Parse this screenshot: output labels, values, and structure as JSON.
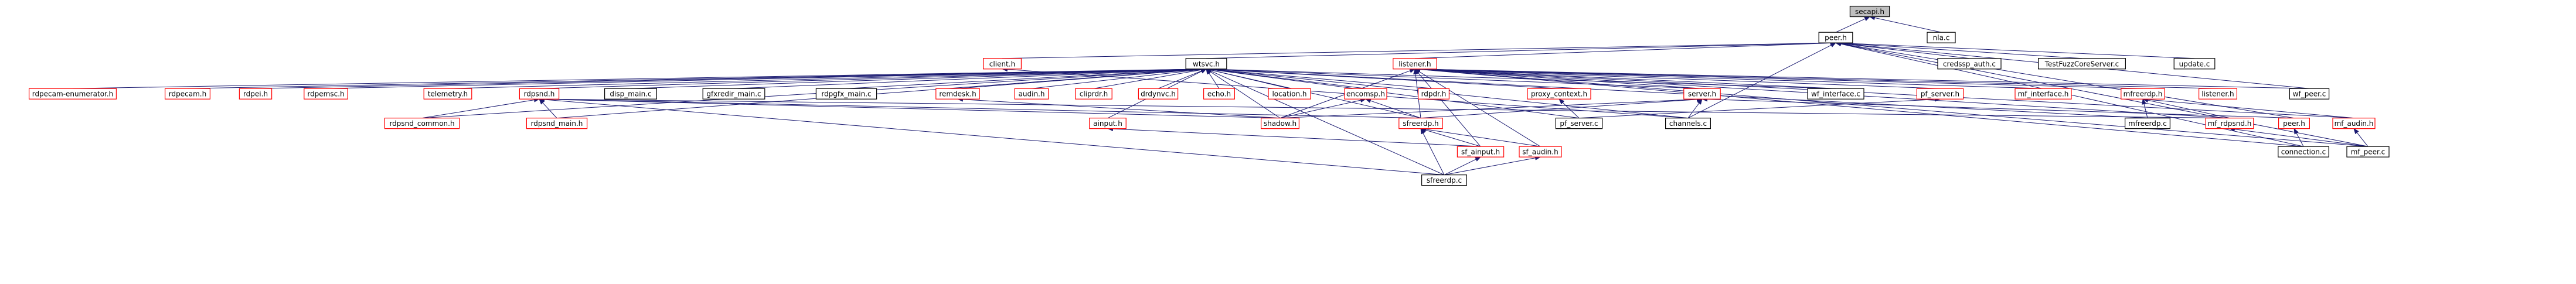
{
  "colors": {
    "edge": "#191970",
    "border_found": "#000000",
    "border_missing": "#ff0000",
    "fill_default": "#ffffff",
    "fill_root": "#bfbfbf",
    "text": "#000000"
  },
  "nodes": [
    {
      "id": "secapi_h",
      "label": "secapi.h",
      "kind": "root"
    },
    {
      "id": "peer_h",
      "label": "peer.h",
      "kind": "found"
    },
    {
      "id": "nla_c",
      "label": "nla.c",
      "kind": "found"
    },
    {
      "id": "wtsvc_h",
      "label": "wtsvc.h",
      "kind": "found"
    },
    {
      "id": "client_h",
      "label": "client.h",
      "kind": "missing"
    },
    {
      "id": "listener_h",
      "label": "listener.h",
      "kind": "missing"
    },
    {
      "id": "credssp_auth_c",
      "label": "credssp_auth.c",
      "kind": "found"
    },
    {
      "id": "testfuzzcoreserver_c",
      "label": "TestFuzzCoreServer.c",
      "kind": "found"
    },
    {
      "id": "update_c",
      "label": "update.c",
      "kind": "found"
    },
    {
      "id": "rdpecam_enumerator_h",
      "label": "rdpecam-enumerator.h",
      "kind": "missing"
    },
    {
      "id": "rdpecam_h",
      "label": "rdpecam.h",
      "kind": "missing"
    },
    {
      "id": "rdpei_h",
      "label": "rdpei.h",
      "kind": "missing"
    },
    {
      "id": "rdpemsc_h",
      "label": "rdpemsc.h",
      "kind": "missing"
    },
    {
      "id": "telemetry_h",
      "label": "telemetry.h",
      "kind": "missing"
    },
    {
      "id": "rdpsnd_h",
      "label": "rdpsnd.h",
      "kind": "missing"
    },
    {
      "id": "disp_main_c",
      "label": "disp_main.c",
      "kind": "found"
    },
    {
      "id": "gfxredir_main_c",
      "label": "gfxredir_main.c",
      "kind": "found"
    },
    {
      "id": "rdpgfx_main_c",
      "label": "rdpgfx_main.c",
      "kind": "found"
    },
    {
      "id": "remdesk_h",
      "label": "remdesk.h",
      "kind": "missing"
    },
    {
      "id": "audin_h",
      "label": "audin.h",
      "kind": "missing"
    },
    {
      "id": "cliprdr_h",
      "label": "cliprdr.h",
      "kind": "missing"
    },
    {
      "id": "drdynvc_h",
      "label": "drdynvc.h",
      "kind": "missing"
    },
    {
      "id": "echo_h",
      "label": "echo.h",
      "kind": "missing"
    },
    {
      "id": "location_h",
      "label": "location.h",
      "kind": "missing"
    },
    {
      "id": "encomsp_h",
      "label": "encomsp.h",
      "kind": "missing"
    },
    {
      "id": "rdpdr_h",
      "label": "rdpdr.h",
      "kind": "missing"
    },
    {
      "id": "proxy_context_h",
      "label": "proxy_context.h",
      "kind": "missing"
    },
    {
      "id": "server_h",
      "label": "server.h",
      "kind": "missing"
    },
    {
      "id": "wf_interface_c",
      "label": "wf_interface.c",
      "kind": "found"
    },
    {
      "id": "pf_server_h",
      "label": "pf_server.h",
      "kind": "missing"
    },
    {
      "id": "mf_interface_h",
      "label": "mf_interface.h",
      "kind": "missing"
    },
    {
      "id": "mfreerdp_h",
      "label": "mfreerdp.h",
      "kind": "missing"
    },
    {
      "id": "listener_h2",
      "label": "listener.h",
      "kind": "missing"
    },
    {
      "id": "wf_peer_c",
      "label": "wf_peer.c",
      "kind": "found"
    },
    {
      "id": "rdpsnd_common_h",
      "label": "rdpsnd_common.h",
      "kind": "missing"
    },
    {
      "id": "rdpsnd_main_h",
      "label": "rdpsnd_main.h",
      "kind": "missing"
    },
    {
      "id": "ainput_h",
      "label": "ainput.h",
      "kind": "missing"
    },
    {
      "id": "shadow_h",
      "label": "shadow.h",
      "kind": "missing"
    },
    {
      "id": "sfreerdp_h",
      "label": "sfreerdp.h",
      "kind": "missing"
    },
    {
      "id": "pf_server_c",
      "label": "pf_server.c",
      "kind": "found"
    },
    {
      "id": "channels_c",
      "label": "channels.c",
      "kind": "found"
    },
    {
      "id": "mfreerdp_c",
      "label": "mfreerdp.c",
      "kind": "found"
    },
    {
      "id": "mf_rdpsnd_h",
      "label": "mf_rdpsnd.h",
      "kind": "missing"
    },
    {
      "id": "peer_h2",
      "label": "peer.h",
      "kind": "missing"
    },
    {
      "id": "mf_audin_h",
      "label": "mf_audin.h",
      "kind": "missing"
    },
    {
      "id": "sf_ainput_h",
      "label": "sf_ainput.h",
      "kind": "missing"
    },
    {
      "id": "sf_audin_h",
      "label": "sf_audin.h",
      "kind": "missing"
    },
    {
      "id": "connection_c",
      "label": "connection.c",
      "kind": "found"
    },
    {
      "id": "mf_peer_c",
      "label": "mf_peer.c",
      "kind": "found"
    },
    {
      "id": "sfreerdp_c",
      "label": "sfreerdp.c",
      "kind": "found"
    }
  ],
  "edges": [
    [
      "secapi_h",
      "peer_h"
    ],
    [
      "secapi_h",
      "nla_c"
    ],
    [
      "peer_h",
      "wtsvc_h"
    ],
    [
      "peer_h",
      "client_h"
    ],
    [
      "peer_h",
      "listener_h"
    ],
    [
      "peer_h",
      "credssp_auth_c"
    ],
    [
      "peer_h",
      "testfuzzcoreserver_c"
    ],
    [
      "peer_h",
      "update_c"
    ],
    [
      "peer_h",
      "wf_peer_c"
    ],
    [
      "peer_h",
      "channels_c"
    ],
    [
      "peer_h",
      "peer_h2"
    ],
    [
      "peer_h",
      "connection_c"
    ],
    [
      "peer_h",
      "mf_peer_c"
    ],
    [
      "wtsvc_h",
      "rdpecam_enumerator_h"
    ],
    [
      "wtsvc_h",
      "rdpecam_h"
    ],
    [
      "wtsvc_h",
      "rdpei_h"
    ],
    [
      "wtsvc_h",
      "rdpemsc_h"
    ],
    [
      "wtsvc_h",
      "telemetry_h"
    ],
    [
      "wtsvc_h",
      "rdpsnd_h"
    ],
    [
      "wtsvc_h",
      "disp_main_c"
    ],
    [
      "wtsvc_h",
      "gfxredir_main_c"
    ],
    [
      "wtsvc_h",
      "rdpgfx_main_c"
    ],
    [
      "wtsvc_h",
      "remdesk_h"
    ],
    [
      "wtsvc_h",
      "audin_h"
    ],
    [
      "wtsvc_h",
      "cliprdr_h"
    ],
    [
      "wtsvc_h",
      "drdynvc_h"
    ],
    [
      "wtsvc_h",
      "echo_h"
    ],
    [
      "wtsvc_h",
      "location_h"
    ],
    [
      "wtsvc_h",
      "encomsp_h"
    ],
    [
      "wtsvc_h",
      "rdpdr_h"
    ],
    [
      "wtsvc_h",
      "proxy_context_h"
    ],
    [
      "wtsvc_h",
      "server_h"
    ],
    [
      "wtsvc_h",
      "wf_interface_c"
    ],
    [
      "wtsvc_h",
      "rdpsnd_common_h"
    ],
    [
      "wtsvc_h",
      "rdpsnd_main_h"
    ],
    [
      "wtsvc_h",
      "ainput_h"
    ],
    [
      "wtsvc_h",
      "shadow_h"
    ],
    [
      "wtsvc_h",
      "sfreerdp_h"
    ],
    [
      "wtsvc_h",
      "pf_server_c"
    ],
    [
      "wtsvc_h",
      "channels_c"
    ],
    [
      "wtsvc_h",
      "mfreerdp_c"
    ],
    [
      "wtsvc_h",
      "sfreerdp_c"
    ],
    [
      "client_h",
      "channels_c"
    ],
    [
      "listener_h",
      "wf_interface_c"
    ],
    [
      "listener_h",
      "pf_server_h"
    ],
    [
      "listener_h",
      "server_h"
    ],
    [
      "listener_h",
      "mf_interface_h"
    ],
    [
      "listener_h",
      "mfreerdp_h"
    ],
    [
      "listener_h",
      "listener_h2"
    ],
    [
      "listener_h",
      "wf_peer_c"
    ],
    [
      "listener_h",
      "shadow_h"
    ],
    [
      "listener_h",
      "sfreerdp_h"
    ],
    [
      "listener_h",
      "mf_rdpsnd_h"
    ],
    [
      "listener_h",
      "mf_audin_h"
    ],
    [
      "listener_h",
      "sf_ainput_h"
    ],
    [
      "listener_h",
      "sf_audin_h"
    ],
    [
      "listener_h",
      "connection_c"
    ],
    [
      "listener_h",
      "mf_peer_c"
    ],
    [
      "rdpsnd_h",
      "rdpsnd_common_h"
    ],
    [
      "rdpsnd_h",
      "rdpsnd_main_h"
    ],
    [
      "rdpsnd_h",
      "shadow_h"
    ],
    [
      "rdpsnd_h",
      "sfreerdp_h"
    ],
    [
      "rdpsnd_h",
      "mf_rdpsnd_h"
    ],
    [
      "rdpsnd_h",
      "sfreerdp_c"
    ],
    [
      "remdesk_h",
      "shadow_h"
    ],
    [
      "encomsp_h",
      "shadow_h"
    ],
    [
      "encomsp_h",
      "sfreerdp_h"
    ],
    [
      "proxy_context_h",
      "pf_server_c"
    ],
    [
      "pf_server_h",
      "pf_server_c"
    ],
    [
      "server_h",
      "shadow_h"
    ],
    [
      "server_h",
      "sfreerdp_h"
    ],
    [
      "server_h",
      "channels_c"
    ],
    [
      "server_h",
      "peer_h2"
    ],
    [
      "mfreerdp_h",
      "mfreerdp_c"
    ],
    [
      "mfreerdp_h",
      "mf_rdpsnd_h"
    ],
    [
      "mfreerdp_h",
      "mf_audin_h"
    ],
    [
      "ainput_h",
      "sf_ainput_h"
    ],
    [
      "sfreerdp_h",
      "sf_ainput_h"
    ],
    [
      "sfreerdp_h",
      "sf_audin_h"
    ],
    [
      "sfreerdp_h",
      "sfreerdp_c"
    ],
    [
      "mf_rdpsnd_h",
      "mf_peer_c"
    ],
    [
      "peer_h2",
      "connection_c"
    ],
    [
      "mf_audin_h",
      "mf_peer_c"
    ],
    [
      "sf_ainput_h",
      "sfreerdp_c"
    ],
    [
      "sf_audin_h",
      "sfreerdp_c"
    ]
  ]
}
